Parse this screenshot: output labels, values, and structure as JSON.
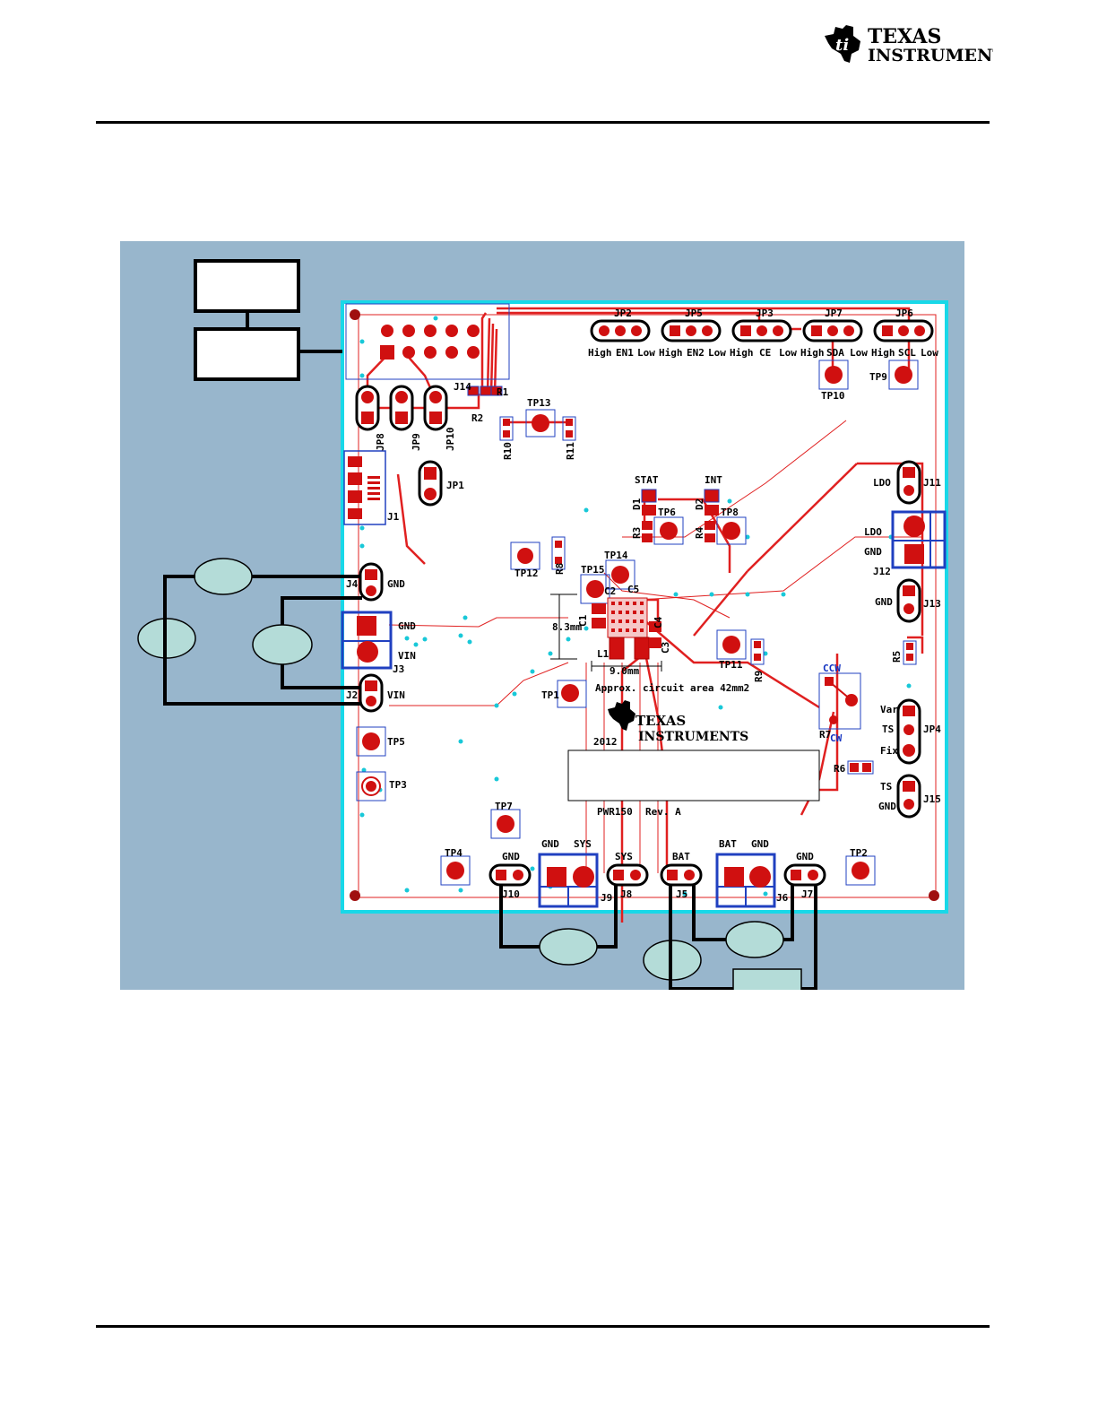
{
  "brand": {
    "line1": "TEXAS",
    "line2": "INSTRUMENTS"
  },
  "board": {
    "name": "PWR150",
    "revision": "Rev. A",
    "year": "2012",
    "circuit_area": "Approx. circuit area 42mm2",
    "dim_height": "8.3mm",
    "dim_width": "9.0mm",
    "logo_line1": "TEXAS",
    "logo_line2": "INSTRUMENTS"
  },
  "jumpers_top": [
    {
      "ref": "JP2",
      "labels": [
        "High",
        "EN1",
        "Low"
      ]
    },
    {
      "ref": "JP5",
      "labels": [
        "High",
        "EN2",
        "Low"
      ]
    },
    {
      "ref": "JP3",
      "labels": [
        "High",
        "CE",
        "Low"
      ]
    },
    {
      "ref": "JP7",
      "labels": [
        "High",
        "SDA",
        "Low"
      ]
    },
    {
      "ref": "JP6",
      "labels": [
        "High",
        "SCL",
        "Low"
      ]
    }
  ],
  "refs": {
    "J14": "J14",
    "R1": "R1",
    "R2": "R2",
    "JP8": "JP8",
    "JP9": "JP9",
    "JP10": "JP10",
    "R10": "R10",
    "R11": "R11",
    "TP13": "TP13",
    "TP9": "TP9",
    "TP10": "TP10",
    "J1": "J1",
    "JP1": "JP1",
    "J4": "J4",
    "J3": "J3",
    "J2": "J2",
    "TP5": "TP5",
    "TP3": "TP3",
    "STAT": "STAT",
    "INT": "INT",
    "D1": "D1",
    "D2": "D2",
    "R3": "R3",
    "R4": "R4",
    "TP6": "TP6",
    "TP8": "TP8",
    "TP12": "TP12",
    "R8": "R8",
    "TP14": "TP14",
    "TP15": "TP15",
    "C1": "C1",
    "C2": "C2",
    "C3": "C3",
    "C4": "C4",
    "C5": "C5",
    "L1": "L1",
    "TP11": "TP11",
    "R9": "R9",
    "TP1": "TP1",
    "TP7": "TP7",
    "TP4": "TP4",
    "TP2": "TP2",
    "J10": "J10",
    "J9": "J9",
    "J8": "J8",
    "J5": "J5",
    "J6": "J6",
    "J7": "J7",
    "J11": "J11",
    "J12": "J12",
    "J13": "J13",
    "R5": "R5",
    "R6": "R6",
    "R7": "R7",
    "JP4": "JP4",
    "J15": "J15",
    "CCW": "CCW",
    "CW": "CW"
  },
  "pin_labels": {
    "gnd": "GND",
    "vin": "VIN",
    "sys": "SYS",
    "bat": "BAT",
    "ldo": "LDO",
    "var": "Var",
    "ts": "TS",
    "fix": "Fix"
  }
}
